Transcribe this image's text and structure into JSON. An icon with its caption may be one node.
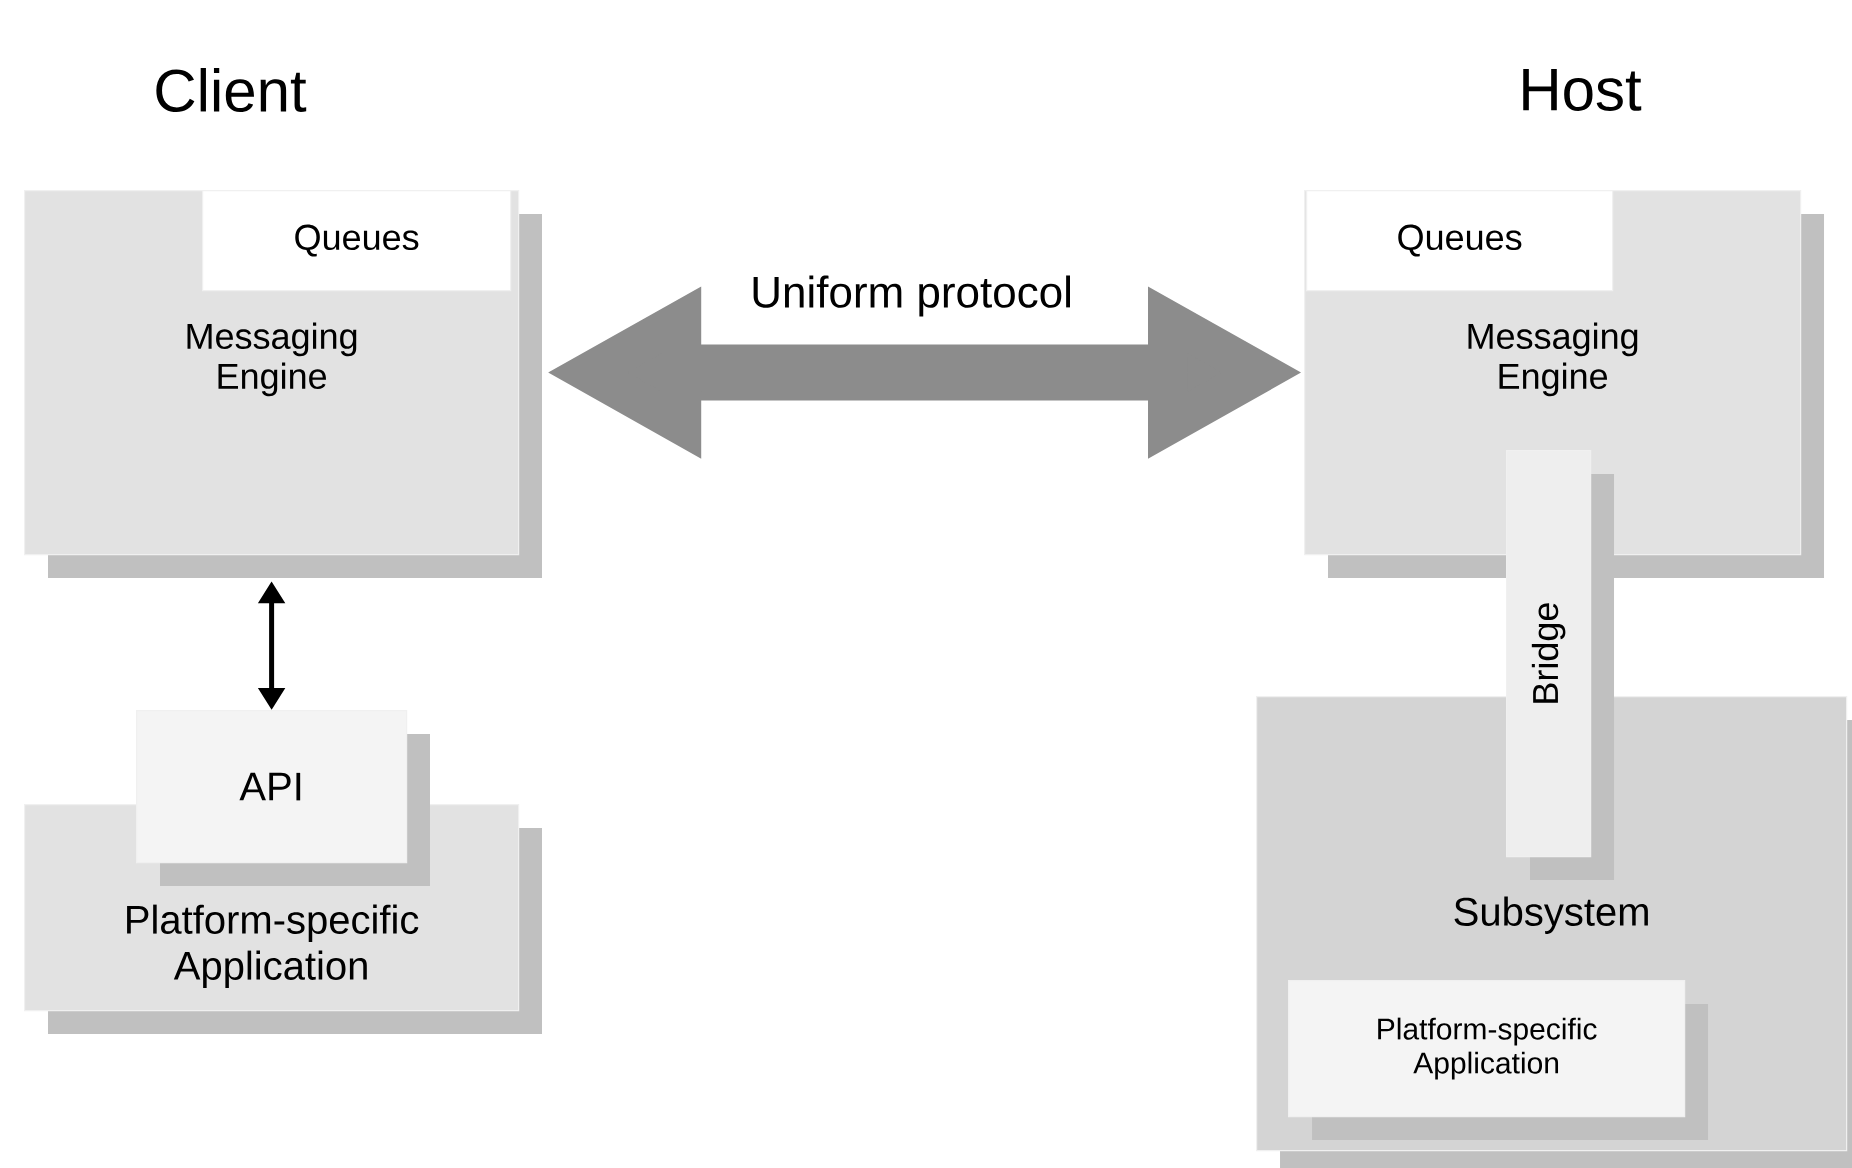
{
  "diagram": {
    "nodes": [
      {
        "text": [
          "Messaging Engine"
        ]
      },
      {
        "text": [
          "Queues"
        ],
        "in": 0
      },
      {
        "text": [
          "Messaging Engine"
        ]
      },
      {
        "text": [
          "Queues"
        ],
        "in": 2
      },
      {
        "text": [
          "API"
        ]
      },
      {
        "text": [
          "Platform-specific Application"
        ]
      },
      {
        "text": [
          "Bridge"
        ]
      },
      {
        "text": [
          "Subsystem"
        ]
      },
      {
        "text": [
          "Platform-specific Application"
        ],
        "in": 7
      }
    ],
    "edges": [
      {
        "from": 0,
        "to": 2,
        "arrow": "both",
        "label": "Uniform protocol",
        "style": "thick",
        "color": "#8c8c8c"
      },
      {
        "from": 0,
        "to": 4,
        "arrow": "both",
        "color": "#000000"
      }
    ],
    "labels": [
      "Client",
      "Host"
    ]
  }
}
